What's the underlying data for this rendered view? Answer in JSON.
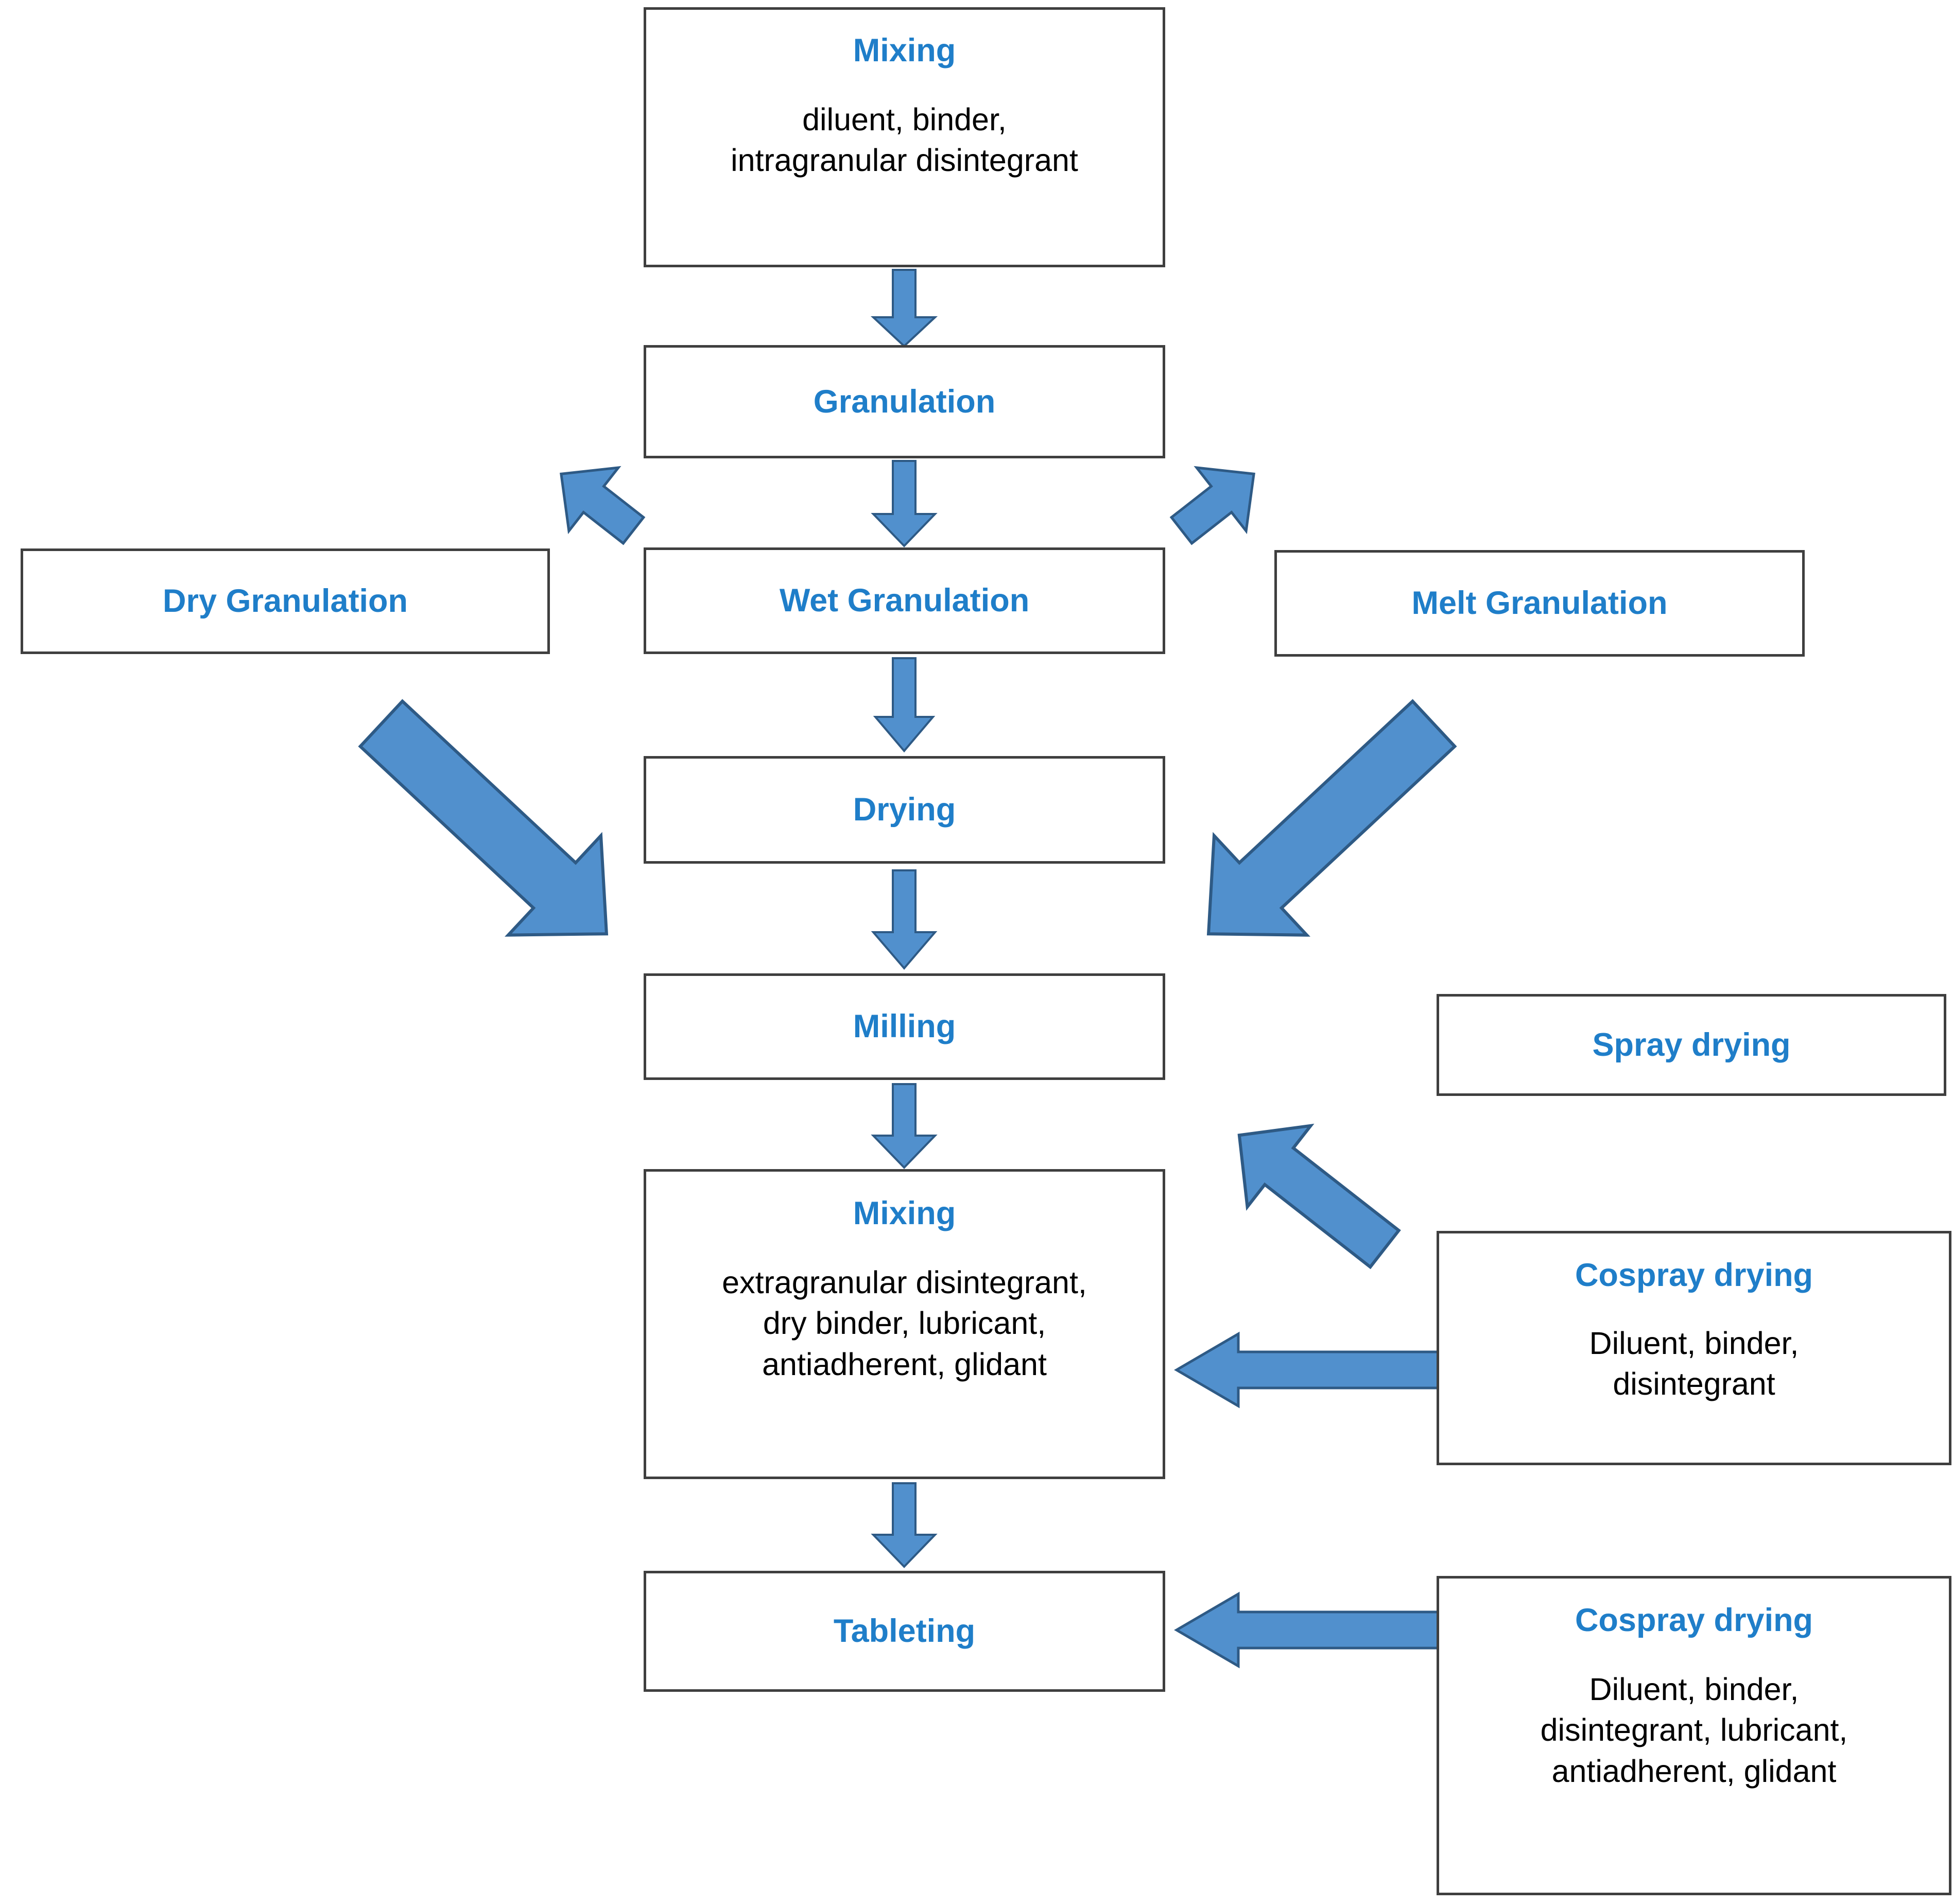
{
  "diagram": {
    "type": "process-flowchart",
    "subject": "Tablet manufacturing granulation process routes",
    "accent_color": "#1f7ec9",
    "arrow_fill": "#5190cd",
    "arrow_stroke": "#2e5a85",
    "box_border": "#3f3f3f",
    "body_text_color": "#000000",
    "background": "#ffffff"
  },
  "nodes": {
    "mixing_1": {
      "title": "Mixing",
      "body_line_1": "diluent, binder,",
      "body_line_2": "intragranular disintegrant"
    },
    "granulation": {
      "title": "Granulation"
    },
    "dry_granulation": {
      "title": "Dry Granulation"
    },
    "wet_granulation": {
      "title": "Wet Granulation"
    },
    "melt_granulation": {
      "title": "Melt Granulation"
    },
    "drying": {
      "title": "Drying"
    },
    "milling": {
      "title": "Milling"
    },
    "mixing_2": {
      "title": "Mixing",
      "body_line_1": "extragranular disintegrant,",
      "body_line_2": "dry binder, lubricant,",
      "body_line_3": "antiadherent, glidant"
    },
    "tableting": {
      "title": "Tableting"
    },
    "spray_drying": {
      "title": "Spray drying"
    },
    "cospray_drying_1": {
      "title": "Cospray drying",
      "body_line_1": "Diluent, binder,",
      "body_line_2": "disintegrant"
    },
    "cospray_drying_2": {
      "title": "Cospray drying",
      "body_line_1": "Diluent, binder,",
      "body_line_2": "disintegrant, lubricant,",
      "body_line_3": "antiadherent, glidant"
    }
  },
  "edges": [
    {
      "id": "e1",
      "from": "mixing_1",
      "to": "granulation",
      "direction": "down"
    },
    {
      "id": "e2",
      "from": "granulation",
      "to": "dry_granulation",
      "direction": "down-left"
    },
    {
      "id": "e3",
      "from": "granulation",
      "to": "wet_granulation",
      "direction": "down"
    },
    {
      "id": "e4",
      "from": "granulation",
      "to": "melt_granulation",
      "direction": "down-right"
    },
    {
      "id": "e5",
      "from": "wet_granulation",
      "to": "drying",
      "direction": "down"
    },
    {
      "id": "e6",
      "from": "drying",
      "to": "milling",
      "direction": "down"
    },
    {
      "id": "e7",
      "from": "dry_granulation",
      "to": "milling",
      "direction": "down-right"
    },
    {
      "id": "e8",
      "from": "melt_granulation",
      "to": "milling",
      "direction": "down-left"
    },
    {
      "id": "e9",
      "from": "milling",
      "to": "mixing_2",
      "direction": "down"
    },
    {
      "id": "e10",
      "from": "spray_drying",
      "to": "mixing_2",
      "direction": "down-left"
    },
    {
      "id": "e11",
      "from": "cospray_drying_1",
      "to": "mixing_2",
      "direction": "left"
    },
    {
      "id": "e12",
      "from": "mixing_2",
      "to": "tableting",
      "direction": "down"
    },
    {
      "id": "e13",
      "from": "cospray_drying_2",
      "to": "tableting",
      "direction": "left"
    }
  ]
}
